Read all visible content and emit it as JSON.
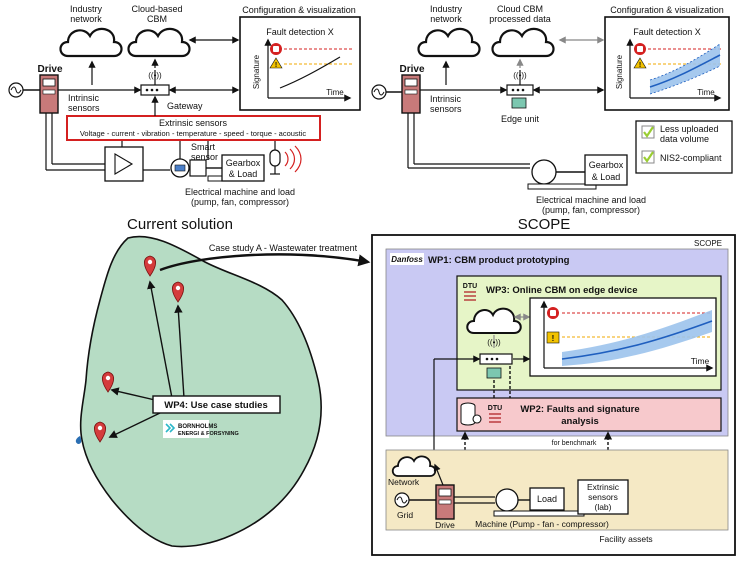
{
  "top_left": {
    "industry_network": [
      "Industry",
      "network"
    ],
    "cloud_cbm": [
      "Cloud-based",
      "CBM"
    ],
    "config_title": "Configuration & visualization",
    "fault_title": "Fault detection X",
    "signature": "Signature",
    "time": "Time",
    "drive": "Drive",
    "intrinsic": [
      "Intrinsic",
      "sensors"
    ],
    "gateway": "Gateway",
    "extrinsic_title": "Extrinsic sensors",
    "extrinsic_list": "Voltage - current - vibration - temperature - speed - torque - acoustic",
    "smart_sensor": [
      "Smart",
      "sensor"
    ],
    "gearbox": [
      "Gearbox",
      "& Load"
    ],
    "machine": [
      "Electrical machine and load",
      "(pump, fan, compressor)"
    ]
  },
  "top_right": {
    "industry_network": [
      "Industry",
      "network"
    ],
    "cloud_cbm": [
      "Cloud CBM",
      "processed data"
    ],
    "config_title": "Configuration & visualization",
    "fault_title": "Fault detection X",
    "signature": "Signature",
    "time": "Time",
    "drive": "Drive",
    "intrinsic": [
      "Intrinsic",
      "sensors"
    ],
    "edge_unit": "Edge unit",
    "benefit_1": [
      "Less uploaded",
      "data volume"
    ],
    "benefit_2": "NIS2-compliant",
    "gearbox": [
      "Gearbox",
      "& Load"
    ],
    "machine": [
      "Electrical machine and load",
      "(pump, fan, compressor)"
    ]
  },
  "headings": {
    "current": "Current solution",
    "scope": "SCOPE"
  },
  "map": {
    "case_study": "Case study A - Wastewater treatment",
    "wp4": "WP4: Use case studies",
    "partner_logo": [
      "BORNHOLMS",
      "ENERGI & FORSYNING"
    ]
  },
  "scope_box": {
    "corner_label": "SCOPE",
    "danfoss_logo": "Danfoss",
    "dtu_logo": "DTU",
    "wp1": "WP1: CBM product prototyping",
    "wp3": "WP3: Online CBM on edge device",
    "wp2": [
      "WP2: Faults and signature",
      "analysis"
    ],
    "time": "Time",
    "benchmark": "for benchmark",
    "network": "Network",
    "grid": "Grid",
    "drive": "Drive",
    "load": "Load",
    "extrinsic": [
      "Extrinsic",
      "sensors",
      "(lab)"
    ],
    "machine": "Machine (Pump - fan - compressor)",
    "facility": "Facility assets"
  },
  "colors": {
    "extrinsic_red": "#d42020",
    "drive_body": "#c87a7a",
    "curve_blue": "#1f5fbf",
    "band_blue": "#9cc3ec",
    "scope_blue": "#c9c9f3",
    "wp3_green": "#e6f5c7",
    "wp2_pink": "#f7c9cc",
    "facility_sand": "#f5e9c5",
    "map_green": "#b6dcc4",
    "pin_red": "#d43c3c",
    "check_green": "#9acd32"
  }
}
